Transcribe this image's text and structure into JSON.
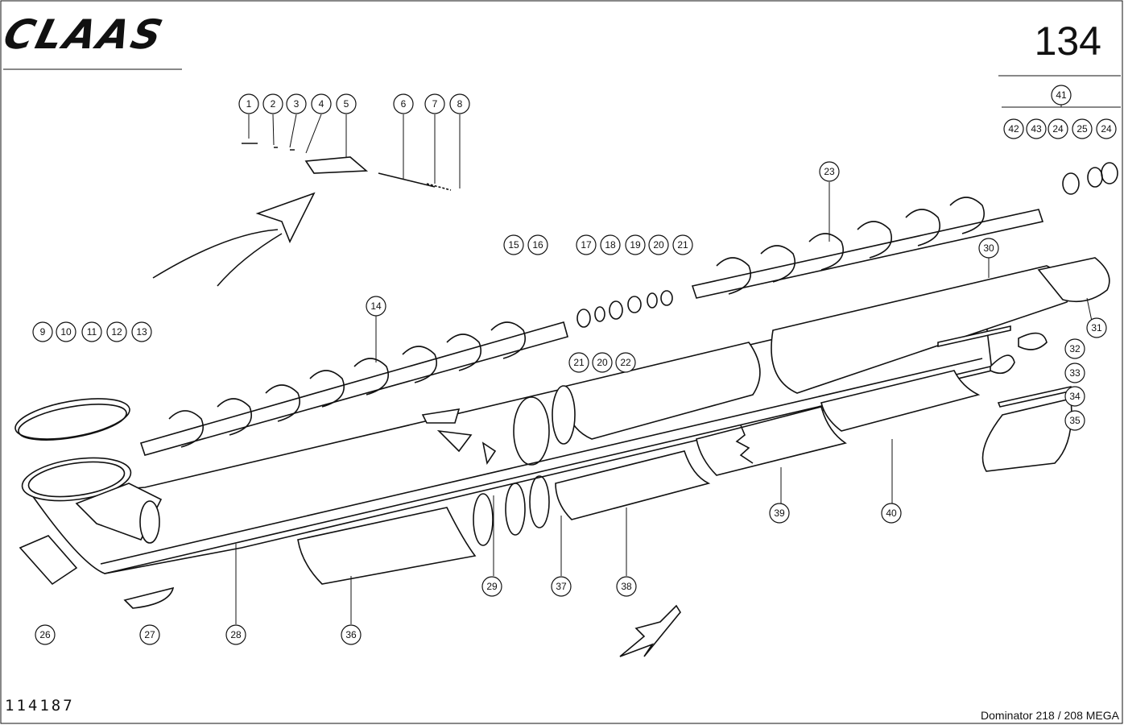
{
  "header": {
    "brand": "CLAAS",
    "page_number": "134"
  },
  "footer": {
    "document_number": "114187",
    "model": "Dominator 218 / 208 MEGA"
  },
  "callouts": [
    "1",
    "2",
    "3",
    "4",
    "5",
    "6",
    "7",
    "8",
    "9",
    "10",
    "11",
    "12",
    "13",
    "14",
    "15",
    "16",
    "17",
    "18",
    "19",
    "20",
    "21",
    "20",
    "21",
    "22",
    "23",
    "24",
    "25",
    "24",
    "26",
    "27",
    "28",
    "29",
    "30",
    "31",
    "32",
    "33",
    "34",
    "35",
    "36",
    "37",
    "38",
    "39",
    "40",
    "41",
    "42",
    "43"
  ]
}
